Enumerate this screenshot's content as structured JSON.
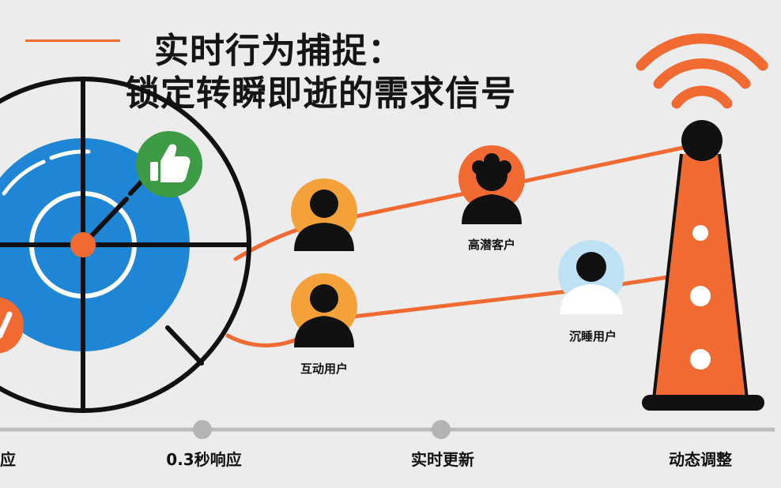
{
  "title": {
    "line1": "实时行为捕捉：",
    "line2": "锁定转瞬即逝的需求信号"
  },
  "users": {
    "high_potential": "高潜客户",
    "dormant": "沉睡用户",
    "interactive": "互动用户"
  },
  "timeline": {
    "left_partial": "应",
    "response": "0.3秒响应",
    "realtime": "实时更新",
    "dynamic": "动态调整"
  },
  "icons": [
    "radar-icon",
    "thumbs-up-icon",
    "check-icon",
    "user-icon",
    "signal-tower-icon",
    "wifi-signal-icon"
  ],
  "colors": {
    "accent": "#f06a32",
    "radar_blue": "#1e86d4",
    "like_green": "#3d9a45",
    "user_orange_light": "#f5a13a",
    "user_blue_light": "#bfe1f4"
  }
}
